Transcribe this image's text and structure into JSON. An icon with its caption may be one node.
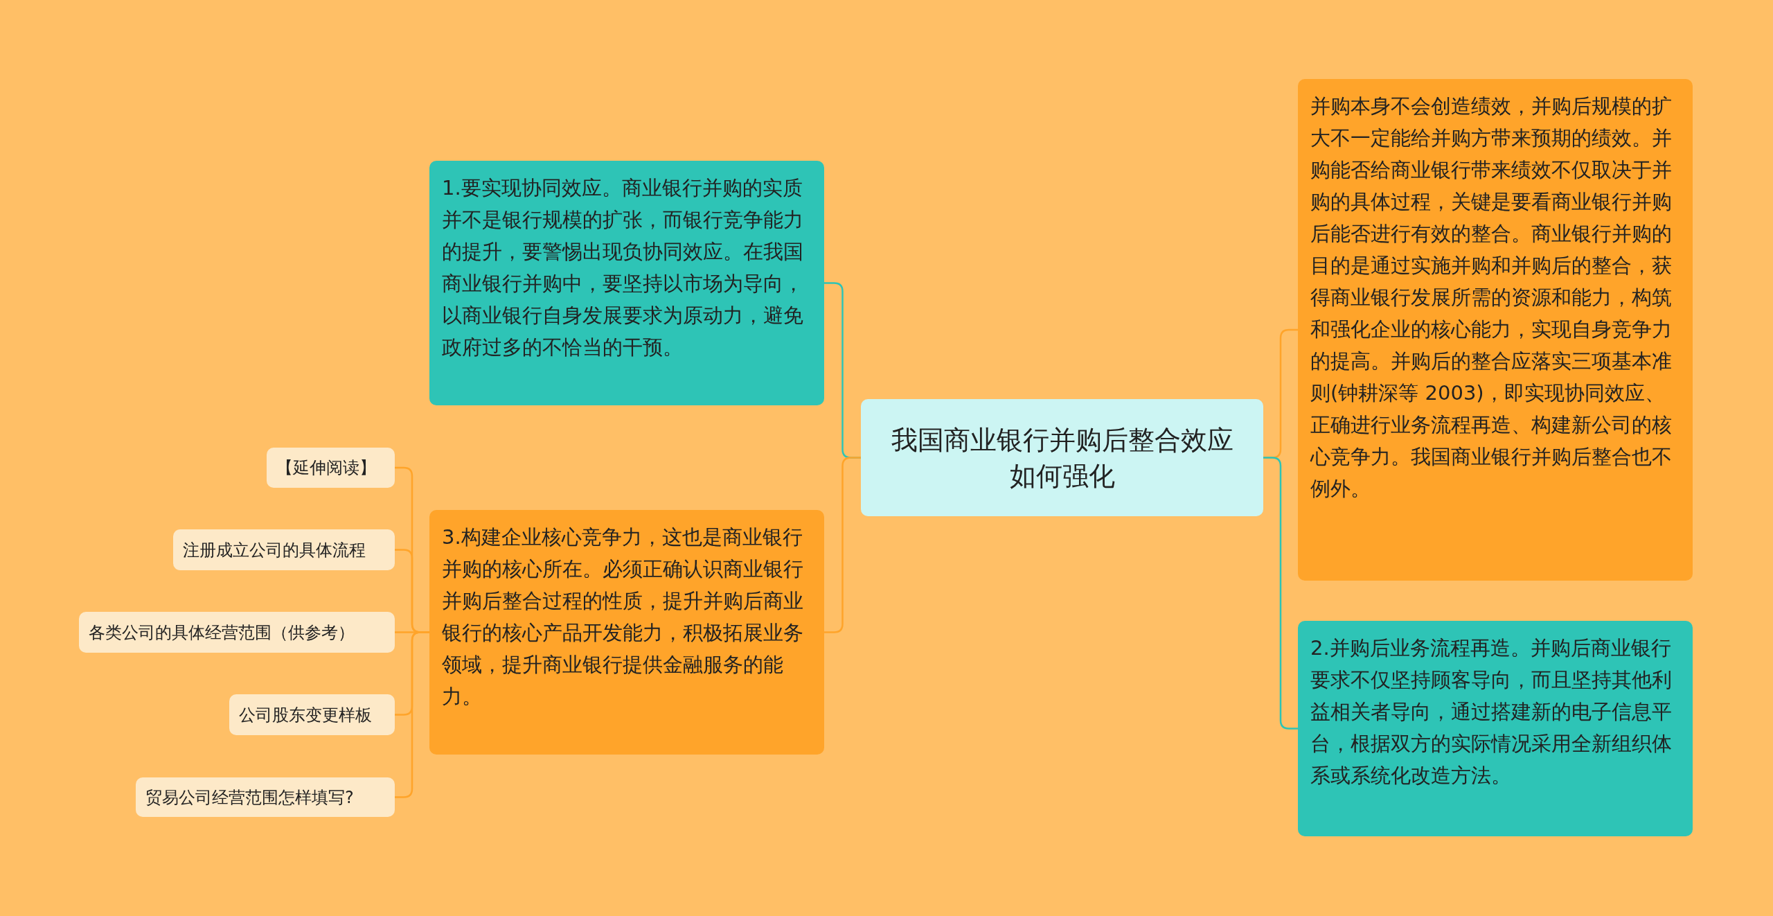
{
  "diagram": {
    "nodes": [
      {
        "text": [
          "我国商业银行并购后整合效应如何强化"
        ]
      },
      {
        "text": [
          "1.要实现协同效应。商业银行并购的实质并不是银行规模的扩张，而银行竞争能力的提升，要警惕出现负协同效应。在我国商业银行并购中，要坚持以市场为导向，以商业银行自身发展要求为原动力，避免政府过多的不恰当的干预。"
        ]
      },
      {
        "text": [
          "3.构建企业核心竞争力，这也是商业银行并购的核心所在。必须正确认识商业银行并购后整合过程的性质，提升并购后商业银行的核心产品开发能力，积极拓展业务领域，提升商业银行提供金融服务的能力。"
        ]
      },
      {
        "text": [
          "【延伸阅读】"
        ]
      },
      {
        "text": [
          "注册成立公司的具体流程"
        ]
      },
      {
        "text": [
          "各类公司的具体经营范围（供参考）"
        ]
      },
      {
        "text": [
          "公司股东变更样板"
        ]
      },
      {
        "text": [
          "贸易公司经营范围怎样填写?"
        ]
      },
      {
        "text": [
          "并购本身不会创造绩效，并购后规模的扩大不一定能给并购方带来预期的绩效。并购能否给商业银行带来绩效不仅取决于并购的具体过程，关键是要看商业银行并购后能否进行有效的整合。商业银行并购的目的是通过实施并购和并购后的整合，获得商业银行发展所需的资源和能力，构筑和强化企业的核心能力，实现自身竞争力的提高。并购后的整合应落实三项基本准则(钟耕深等 2003)，即实现协同效应、正确进行业务流程再造、构建新公司的核心竞争力。我国商业银行并购后整合也不例外。"
        ]
      },
      {
        "text": [
          "2.并购后业务流程再造。并购后商业银行要求不仅坚持顾客导向，而且坚持其他利益相关者导向，通过搭建新的电子信息平台，根据双方的实际情况采用全新组织体系或系统化改造方法。"
        ]
      }
    ],
    "edges": [
      {
        "from": 0,
        "to": 1,
        "arrow": "none",
        "color": "#2ec4b6"
      },
      {
        "from": 0,
        "to": 2,
        "arrow": "none"
      },
      {
        "from": 2,
        "to": 3,
        "arrow": "none"
      },
      {
        "from": 2,
        "to": 4,
        "arrow": "none"
      },
      {
        "from": 2,
        "to": 5,
        "arrow": "none"
      },
      {
        "from": 2,
        "to": 6,
        "arrow": "none"
      },
      {
        "from": 2,
        "to": 7,
        "arrow": "none"
      },
      {
        "from": 0,
        "to": 8,
        "arrow": "none"
      },
      {
        "from": 0,
        "to": 9,
        "arrow": "none",
        "color": "#2ec4b6"
      }
    ]
  }
}
